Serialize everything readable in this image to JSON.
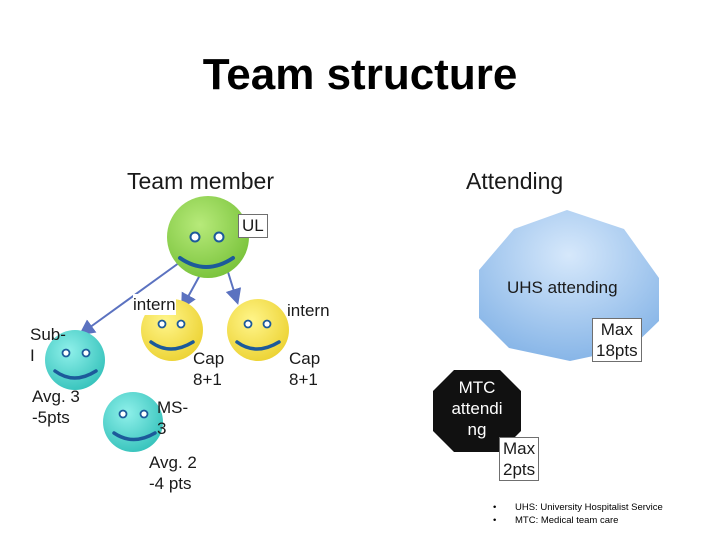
{
  "title": "Team structure",
  "headers": {
    "team_member": "Team member",
    "attending": "Attending"
  },
  "team": {
    "ul_label": "UL",
    "intern_left_label": "intern",
    "intern_right_label": "intern",
    "cap_left": "Cap\n8+1",
    "cap_right": "Cap\n8+1",
    "subi_label": "Sub-\nI",
    "subi_avg": "Avg. 3\n-5pts",
    "ms3_label": "MS-\n3",
    "ms3_avg": "Avg. 2\n-4 pts"
  },
  "attendings": {
    "uhs_label": "UHS attending",
    "uhs_max": "Max\n18pts",
    "mtc_label": "MTC\nattendi\nng",
    "mtc_max": "Max\n2pts"
  },
  "legend": [
    {
      "bullet": "•",
      "text": "UHS: University Hospitalist Service"
    },
    {
      "bullet": "•",
      "text": "MTC: Medical team care"
    }
  ],
  "colors": {
    "ul_face": "#8fd14f",
    "intern_face": "#f5e14a",
    "student_face": "#4fd0ca",
    "face_features": "#1c5a9a",
    "arrow": "#5b72c0",
    "uhs_fill": "#a8c8ec",
    "mtc_fill": "#111111"
  }
}
